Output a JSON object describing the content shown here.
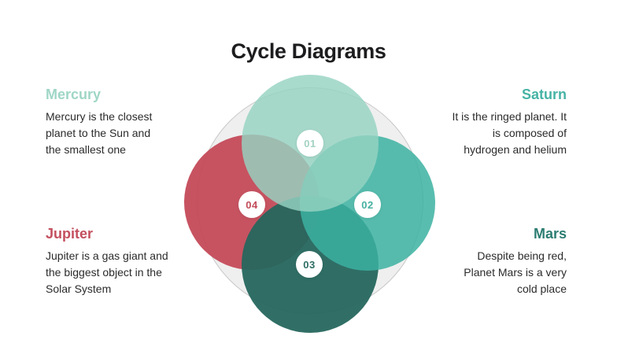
{
  "title": "Cycle Diagrams",
  "colors": {
    "mint": "#9fd6c6",
    "teal": "#45b3a5",
    "dark_teal": "#2c7d72",
    "red": "#c4505e",
    "body_text": "#2b2b2b",
    "outline_gray": "#c8c8c8",
    "outline_fill": "#efefef",
    "badge_background": "#ffffff"
  },
  "diagram": {
    "badges": [
      {
        "label": "01",
        "color": "#a3d2c3"
      },
      {
        "label": "02",
        "color": "#45b0a1"
      },
      {
        "label": "03",
        "color": "#2e6e63"
      },
      {
        "label": "04",
        "color": "#c24b59"
      }
    ]
  },
  "sections": [
    {
      "id": "mercury",
      "title": "Mercury",
      "align": "left",
      "lines": [
        "Mercury is the closest",
        "planet to the Sun and",
        "the smallest one"
      ]
    },
    {
      "id": "saturn",
      "title": "Saturn",
      "align": "right",
      "lines": [
        "It is the ringed planet. It",
        "is composed of",
        "hydrogen and helium"
      ]
    },
    {
      "id": "jupiter",
      "title": "Jupiter",
      "align": "left",
      "lines": [
        "Jupiter is a gas giant and",
        "the biggest object in the",
        "Solar System"
      ]
    },
    {
      "id": "mars",
      "title": "Mars",
      "align": "right",
      "lines": [
        "Despite being red,",
        "Planet Mars is a very",
        "cold place"
      ]
    }
  ]
}
